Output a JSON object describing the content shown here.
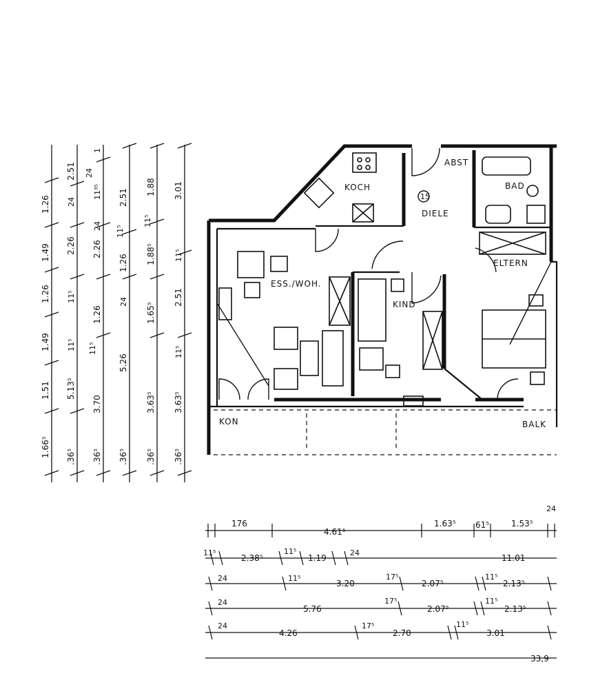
{
  "rooms": {
    "abst": "ABST",
    "bad": "BAD",
    "koch": "KOCH",
    "diele": "DIELE",
    "diele_number": "15",
    "eltern": "ELTERN",
    "ess_woh": "ESS./WOH.",
    "kind": "KIND",
    "balkon_left": "KON",
    "balkon_right": "BALK"
  },
  "left_dimensions": {
    "col1": [
      "1.26",
      "1.49",
      "1.26",
      "1.49",
      "1.51",
      "1.66⁵"
    ],
    "col2": [
      "2.51",
      "2.26",
      "11⁵",
      "5.13⁵",
      ".36⁵"
    ],
    "col2_small": [
      "24",
      "11⁵"
    ],
    "col3": [
      "24",
      "1",
      "11³⁵",
      "2.26",
      "24",
      "1.26",
      "11⁵",
      "3.70",
      ".36⁵"
    ],
    "col4": [
      "2.51",
      "1.26",
      "24",
      "11⁵",
      "5.26",
      ".36⁵"
    ],
    "col5": [
      "1.88",
      "1.88⁵",
      "1.65⁵",
      "3.63⁵",
      ".36⁵",
      "11⁵"
    ],
    "col6": [
      "3.01",
      "11⁵",
      "2.51",
      "11⁵",
      "3.63⁵",
      ".36⁵"
    ]
  },
  "bottom_dimensions": {
    "row1": [
      "176",
      "4.61⁵",
      "1.63⁵",
      "61⁵",
      "1.53⁵",
      "24"
    ],
    "row2": [
      "11⁵",
      "2.38⁵",
      "11⁵",
      "1.19",
      "24",
      "11.01"
    ],
    "row3": [
      "24",
      "11⁵",
      "3.20",
      "17⁵",
      "2.07⁵",
      "11⁵",
      "2.13⁵"
    ],
    "row4": [
      "24",
      "5.76",
      "17⁵",
      "2.07⁵",
      "11⁵",
      "2.13⁵"
    ],
    "row5": [
      "24",
      "4.26",
      "17⁵",
      "2.70",
      "11⁵",
      "3.01"
    ],
    "row6": [
      "33,9"
    ]
  }
}
